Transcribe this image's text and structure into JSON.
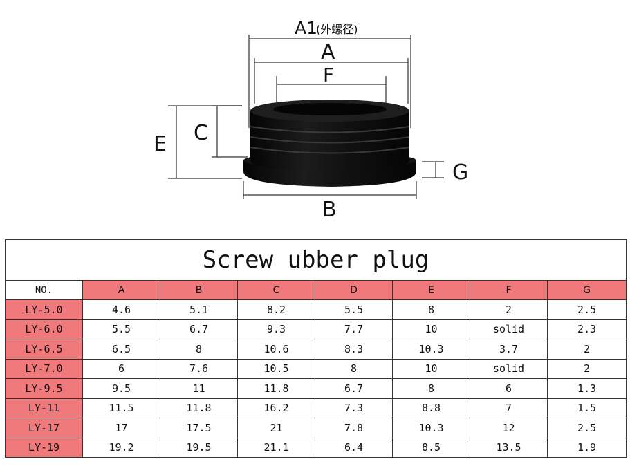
{
  "diagram": {
    "labels": {
      "a1": "A1",
      "a1_note": "(外螺径)",
      "a": "A",
      "f": "F",
      "c": "C",
      "e": "E",
      "g": "G",
      "b": "B"
    },
    "part_color": "#0a0a0a"
  },
  "table": {
    "title": "Screw ubber plug",
    "header_color": "#f0797c",
    "columns": [
      "NO.",
      "A",
      "B",
      "C",
      "D",
      "E",
      "F",
      "G"
    ],
    "rows": [
      [
        "LY-5.0",
        "4.6",
        "5.1",
        "8.2",
        "5.5",
        "8",
        "2",
        "2.5"
      ],
      [
        "LY-6.0",
        "5.5",
        "6.7",
        "9.3",
        "7.7",
        "10",
        "solid",
        "2.3"
      ],
      [
        "LY-6.5",
        "6.5",
        "8",
        "10.6",
        "8.3",
        "10.3",
        "3.7",
        "2"
      ],
      [
        "LY-7.0",
        "6",
        "7.6",
        "10.5",
        "8",
        "10",
        "solid",
        "2"
      ],
      [
        "LY-9.5",
        "9.5",
        "11",
        "11.8",
        "6.7",
        "8",
        "6",
        "1.3"
      ],
      [
        "LY-11",
        "11.5",
        "11.8",
        "16.2",
        "7.3",
        "8.8",
        "7",
        "1.5"
      ],
      [
        "LY-17",
        "17",
        "17.5",
        "21",
        "7.8",
        "10.3",
        "12",
        "2.5"
      ],
      [
        "LY-19",
        "19.2",
        "19.5",
        "21.1",
        "6.4",
        "8.5",
        "13.5",
        "1.9"
      ]
    ]
  }
}
